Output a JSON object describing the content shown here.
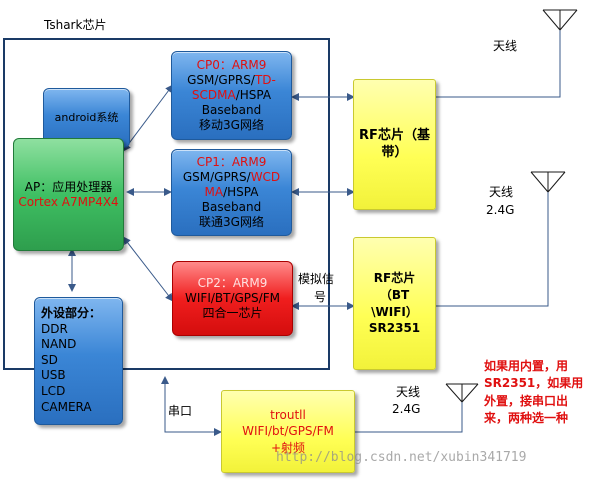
{
  "chip_title": "Tshark芯片",
  "android": {
    "label": "android系统"
  },
  "ap": {
    "line1": "AP：应用处理器",
    "line2": "Cortex A7MP4X4"
  },
  "periph": {
    "title": "外设部分：",
    "items": [
      "DDR",
      "NAND",
      "SD",
      "USB",
      "LCD",
      "CAMERA"
    ]
  },
  "cp0": {
    "title": "CP0：ARM9",
    "line1a": "GSM/GPRS/",
    "line1b": "TD-",
    "line2a": "SCDMA",
    "line2b": "/HSPA",
    "line3": "Baseband",
    "line4": "移动3G网络"
  },
  "cp1": {
    "title": "CP1：ARM9",
    "line1a": "GSM/GPRS/",
    "line1b": "WCD",
    "line2a": "MA",
    "line2b": "/HSPA",
    "line3": "Baseband",
    "line4": "联通3G网络"
  },
  "cp2": {
    "title": "CP2：ARM9",
    "line1": "WIFI/BT/GPS/FM",
    "line2": "四合一芯片"
  },
  "rf_base": {
    "line1": "RF芯片（基",
    "line2": "带）"
  },
  "rf_wifi": {
    "line1": "RF芯片",
    "line2": "（BT",
    "line3": "\\WIFI）",
    "line4": "SR2351"
  },
  "troutll": {
    "line1": "troutll",
    "line2": "WIFI/bt/GPS/FM",
    "line3": "+射频"
  },
  "labels": {
    "antenna1": "天线",
    "antenna2": "天线",
    "antenna2_freq": "2.4G",
    "antenna3": "天线",
    "antenna3_freq": "2.4G",
    "analog1": "模拟信",
    "analog2": "号",
    "serial": "串口"
  },
  "note": {
    "line1": "如果用内置，用",
    "line2": "SR2351，如果用",
    "line3": "外置，接串口出",
    "line4": "来，两种选一种"
  },
  "watermark": "http://blog.csdn.net/xubin341719",
  "colors": {
    "blue": "#3b86d6",
    "green": "#3fbf63",
    "red": "#f01e1e",
    "yellow": "#ffff55",
    "note": "#e01010",
    "line": "#3a5a8a"
  }
}
